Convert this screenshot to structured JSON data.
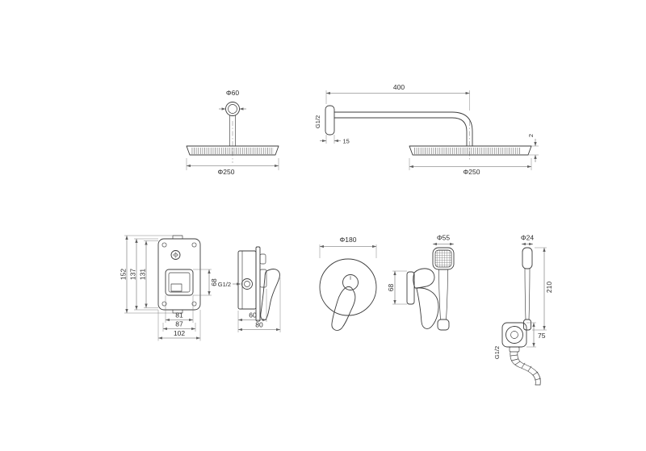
{
  "document": {
    "background": "#ffffff",
    "line_color": "#3c3c3c",
    "dim_color": "#5f5f5f"
  },
  "views": {
    "ceiling_shower_head": {
      "flange_dia": "Φ60",
      "head_dia": "Φ250"
    },
    "wall_shower_arm": {
      "arm_length": "400",
      "thread": "G1/2",
      "flange_depth": "15",
      "plate_thickness": "2",
      "head_dia": "Φ250"
    },
    "rough_in_valve_front": {
      "height_overall": "152",
      "height_body": "137",
      "height_inner": "131",
      "window_height": "68",
      "width_window": "81",
      "width_body": "87",
      "width_overall": "102"
    },
    "rough_in_valve_side": {
      "thread": "G1/2",
      "depth_body": "60",
      "depth_overall": "80"
    },
    "trim_plate": {
      "plate_dia": "Φ180"
    },
    "lever_handle": {
      "height": "68"
    },
    "hand_shower_front": {
      "head_dia": "Φ55"
    },
    "hand_shower_side": {
      "handle_dia": "Φ24",
      "length": "210"
    },
    "wall_outlet": {
      "thread": "G1/2",
      "size": "75"
    }
  }
}
